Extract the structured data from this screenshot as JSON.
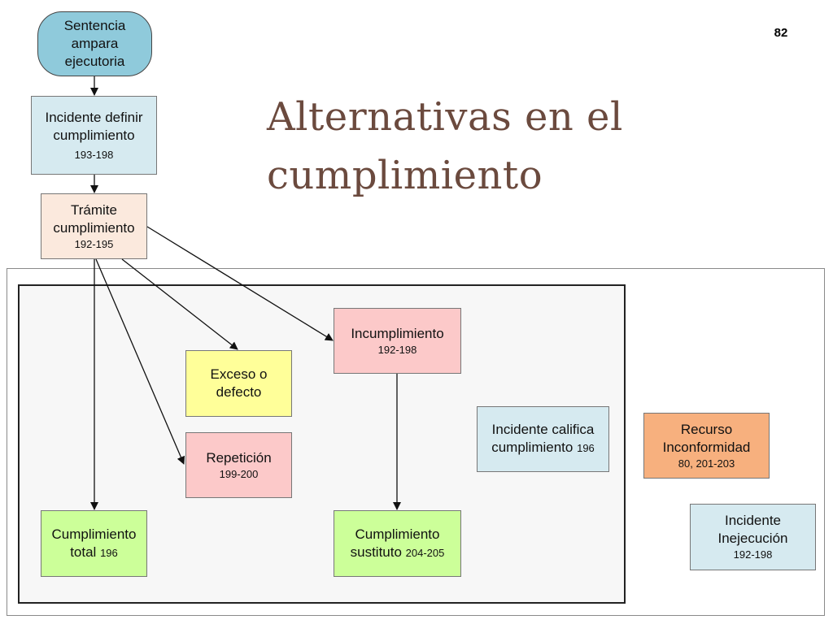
{
  "slide_number": "82",
  "title": {
    "line1": "Alternativas en el",
    "line2": "cumplimiento"
  },
  "nodes": {
    "sentencia": {
      "line1": "Sentencia",
      "line2": "ampara",
      "line3": "ejecutoria",
      "color": "#8fcadb"
    },
    "incidente_definir": {
      "line1": "Incidente definir",
      "line2": "cumplimiento",
      "ref": "193-198",
      "color": "#d6eaf0"
    },
    "tramite": {
      "line1": "Trámite",
      "line2": "cumplimiento",
      "ref": "192-195",
      "color": "#fbe9dd"
    },
    "incumplimiento": {
      "line1": "Incumplimiento",
      "ref": "192-198",
      "color": "#fcc9c9"
    },
    "exceso": {
      "line1": "Exceso o",
      "line2": "defecto",
      "color": "#ffff99"
    },
    "repeticion": {
      "line1": "Repetición",
      "ref": "199-200",
      "color": "#fcc9c9"
    },
    "incidente_califica": {
      "line1": "Incidente califica",
      "line2": "cumplimiento",
      "ref": "196",
      "color": "#d6eaf0"
    },
    "recurso": {
      "line1": "Recurso",
      "line2": "Inconformidad",
      "ref": "80, 201-203",
      "color": "#f7b07e"
    },
    "cumplimiento_total": {
      "line1": "Cumplimiento",
      "line2": "total",
      "ref": "196",
      "color": "#ccff99"
    },
    "cumplimiento_sustituto": {
      "line1": "Cumplimiento",
      "line2": "sustituto",
      "ref": "204-205",
      "color": "#ccff99"
    },
    "incidente_inejecucion": {
      "line1": "Incidente",
      "line2": "Inejecución",
      "ref": "192-198",
      "color": "#d6eaf0"
    }
  }
}
